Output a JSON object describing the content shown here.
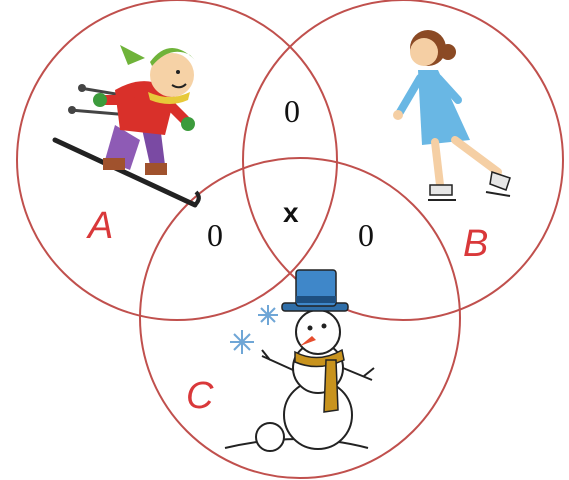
{
  "colors": {
    "circle_stroke": "#c0504d",
    "label": "#d9383a"
  },
  "sets": [
    {
      "label": "A",
      "icon": "skier-icon"
    },
    {
      "label": "B",
      "icon": "ice-skater-icon"
    },
    {
      "label": "C",
      "icon": "snowman-icon"
    }
  ],
  "regions": {
    "ab_only": "0",
    "ac_only": "0",
    "bc_only": "0",
    "abc": "x"
  }
}
